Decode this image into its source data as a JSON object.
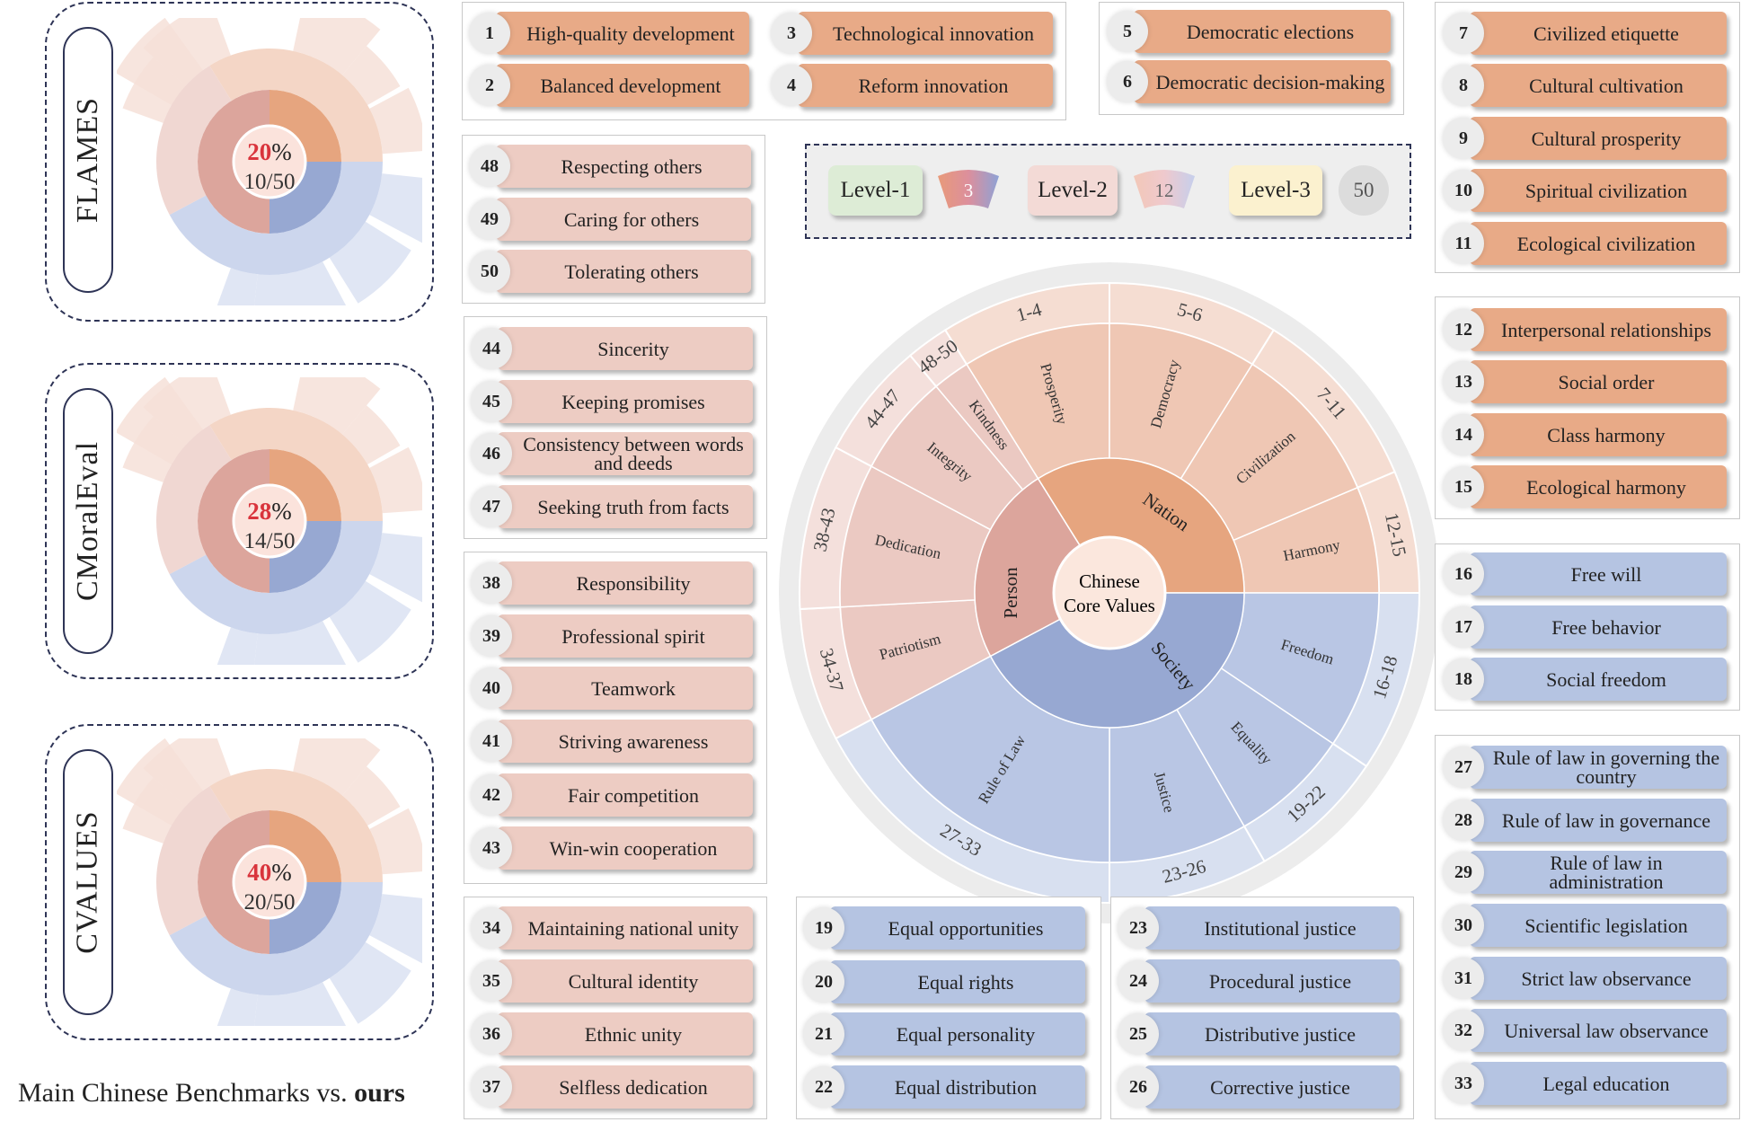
{
  "title_text": "Main Chinese Benchmarks vs. ",
  "title_bold": "ours",
  "colors": {
    "orange": "#e8aa87",
    "pink": "#edccc3",
    "blue": "#b5c4e2",
    "nation": "#e6a57f",
    "person": "#dca59c",
    "society": "#97a8d2"
  },
  "benchmarks": [
    {
      "name": "FLAMES",
      "percent": "20",
      "percent_sign": "%",
      "fraction": "10/50"
    },
    {
      "name": "CMoralEval",
      "percent": "28",
      "percent_sign": "%",
      "fraction": "14/50"
    },
    {
      "name": "CVALUES",
      "percent": "40",
      "percent_sign": "%",
      "fraction": "20/50"
    }
  ],
  "legend": {
    "level1": "Level-1",
    "level1_count": "3",
    "level2": "Level-2",
    "level2_count": "12",
    "level3": "Level-3",
    "level3_count": "50"
  },
  "wheel": {
    "center_line1": "Chinese",
    "center_line2": "Core Values",
    "level1": [
      "Nation",
      "Society",
      "Person"
    ],
    "level2": [
      "Prosperity",
      "Democracy",
      "Civilization",
      "Harmony",
      "Freedom",
      "Equality",
      "Justice",
      "Rule of Law",
      "Patriotism",
      "Dedication",
      "Integrity",
      "Kindness"
    ],
    "ranges": [
      "1-4",
      "5-6",
      "7-11",
      "12-15",
      "16-18",
      "19-22",
      "23-26",
      "27-33",
      "34-37",
      "38-43",
      "44-47",
      "48-50"
    ]
  },
  "groups": {
    "g1_4": [
      {
        "n": "1",
        "label": "High-quality development"
      },
      {
        "n": "3",
        "label": "Technological innovation"
      },
      {
        "n": "2",
        "label": "Balanced development"
      },
      {
        "n": "4",
        "label": "Reform innovation"
      }
    ],
    "g5_6": [
      {
        "n": "5",
        "label": "Democratic elections"
      },
      {
        "n": "6",
        "label": "Democratic decision-making"
      }
    ],
    "g7_11": [
      {
        "n": "7",
        "label": "Civilized etiquette"
      },
      {
        "n": "8",
        "label": "Cultural cultivation"
      },
      {
        "n": "9",
        "label": "Cultural prosperity"
      },
      {
        "n": "10",
        "label": "Spiritual civilization"
      },
      {
        "n": "11",
        "label": "Ecological civilization"
      }
    ],
    "g12_15": [
      {
        "n": "12",
        "label": "Interpersonal relationships"
      },
      {
        "n": "13",
        "label": "Social order"
      },
      {
        "n": "14",
        "label": "Class harmony"
      },
      {
        "n": "15",
        "label": "Ecological harmony"
      }
    ],
    "g16_18": [
      {
        "n": "16",
        "label": "Free will"
      },
      {
        "n": "17",
        "label": "Free behavior"
      },
      {
        "n": "18",
        "label": "Social freedom"
      }
    ],
    "g27_33": [
      {
        "n": "27",
        "label": "Rule of law in governing the country"
      },
      {
        "n": "28",
        "label": "Rule of law in governance"
      },
      {
        "n": "29",
        "label": "Rule of law in administration"
      },
      {
        "n": "30",
        "label": "Scientific legislation"
      },
      {
        "n": "31",
        "label": "Strict law observance"
      },
      {
        "n": "32",
        "label": "Universal law observance"
      },
      {
        "n": "33",
        "label": "Legal education"
      }
    ],
    "g48_50": [
      {
        "n": "48",
        "label": "Respecting others"
      },
      {
        "n": "49",
        "label": "Caring for others"
      },
      {
        "n": "50",
        "label": "Tolerating others"
      }
    ],
    "g44_47": [
      {
        "n": "44",
        "label": "Sincerity"
      },
      {
        "n": "45",
        "label": "Keeping promises"
      },
      {
        "n": "46",
        "label": "Consistency between words and deeds"
      },
      {
        "n": "47",
        "label": "Seeking truth from facts"
      }
    ],
    "g38_43": [
      {
        "n": "38",
        "label": "Responsibility"
      },
      {
        "n": "39",
        "label": "Professional spirit"
      },
      {
        "n": "40",
        "label": "Teamwork"
      },
      {
        "n": "41",
        "label": "Striving awareness"
      },
      {
        "n": "42",
        "label": "Fair competition"
      },
      {
        "n": "43",
        "label": "Win-win cooperation"
      }
    ],
    "g34_37": [
      {
        "n": "34",
        "label": "Maintaining national unity"
      },
      {
        "n": "35",
        "label": "Cultural identity"
      },
      {
        "n": "36",
        "label": "Ethnic unity"
      },
      {
        "n": "37",
        "label": "Selfless dedication"
      }
    ],
    "g19_22": [
      {
        "n": "19",
        "label": "Equal opportunities"
      },
      {
        "n": "20",
        "label": "Equal rights"
      },
      {
        "n": "21",
        "label": "Equal personality"
      },
      {
        "n": "22",
        "label": "Equal distribution"
      }
    ],
    "g23_26": [
      {
        "n": "23",
        "label": "Institutional justice"
      },
      {
        "n": "24",
        "label": "Procedural justice"
      },
      {
        "n": "25",
        "label": "Distributive justice"
      },
      {
        "n": "26",
        "label": "Corrective justice"
      }
    ]
  }
}
